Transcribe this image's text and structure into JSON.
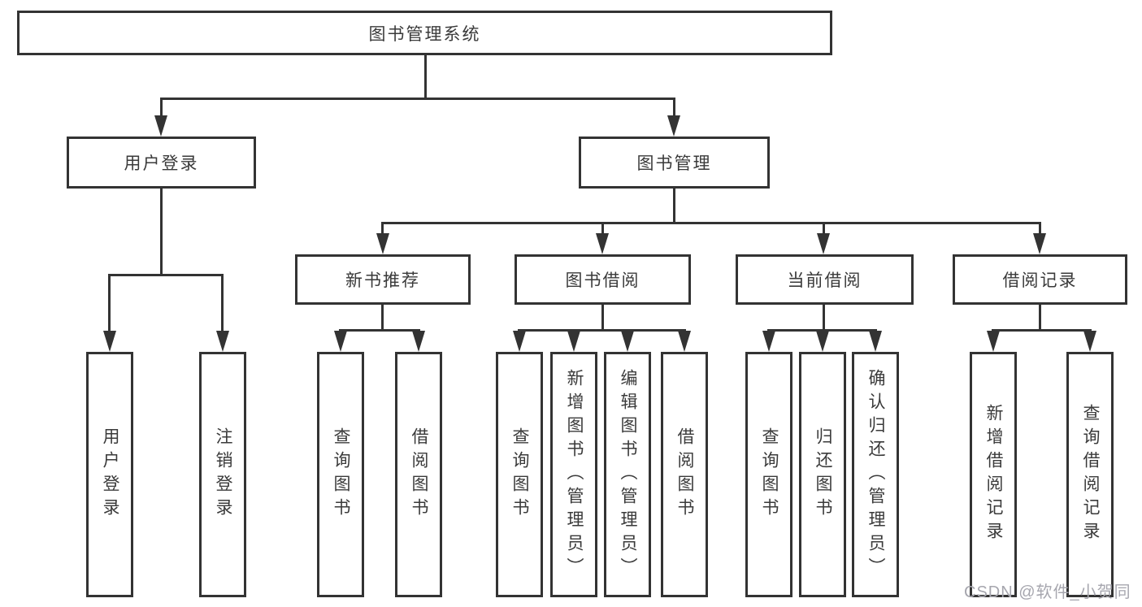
{
  "tree": {
    "root": {
      "label": "图书管理系统"
    },
    "branches": [
      {
        "label": "用户登录",
        "children": [
          {
            "label": "用户登录"
          },
          {
            "label": "注销登录"
          }
        ]
      },
      {
        "label": "图书管理",
        "children": [
          {
            "label": "新书推荐",
            "children": [
              {
                "label": "查询图书"
              },
              {
                "label": "借阅图书"
              }
            ]
          },
          {
            "label": "图书借阅",
            "children": [
              {
                "label": "查询图书"
              },
              {
                "label": "新增图书（管理员）"
              },
              {
                "label": "编辑图书（管理员）"
              },
              {
                "label": "借阅图书"
              }
            ]
          },
          {
            "label": "当前借阅",
            "children": [
              {
                "label": "查询图书"
              },
              {
                "label": "归还图书"
              },
              {
                "label": "确认归还（管理员）"
              }
            ]
          },
          {
            "label": "借阅记录",
            "children": [
              {
                "label": "新增借阅记录"
              },
              {
                "label": "查询借阅记录"
              }
            ]
          }
        ]
      }
    ]
  },
  "colors": {
    "line": "#333333",
    "text": "#3a3a3a",
    "background": "#ffffff",
    "watermark": "#a6a6ae"
  },
  "watermark": {
    "text": "CSDN @软件_小贺同学"
  }
}
